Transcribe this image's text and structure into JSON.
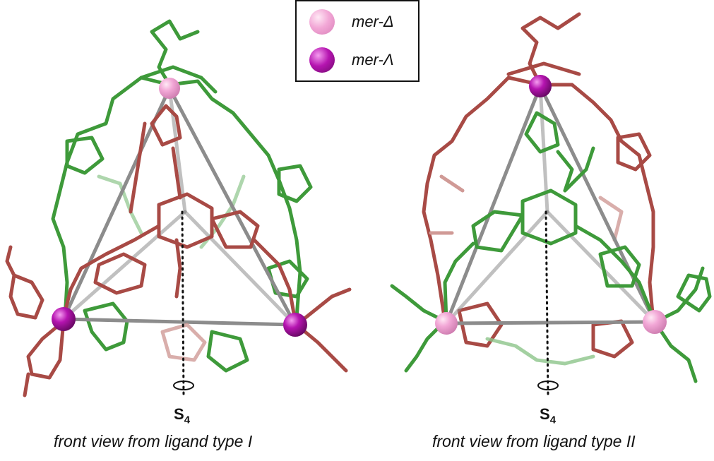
{
  "legend": {
    "items": [
      {
        "label": "mer-Δ",
        "color": "#f2a7d6"
      },
      {
        "label": "mer-Λ",
        "color": "#b514b0"
      }
    ]
  },
  "panels": [
    {
      "axis_symbol": "S",
      "axis_subscript": "4",
      "caption": "front view from ligand type I",
      "front_ligand_color": "#a84a45",
      "back_ligand_color": "#3e9a3a"
    },
    {
      "axis_symbol": "S",
      "axis_subscript": "4",
      "caption": "front view from ligand type II",
      "front_ligand_color": "#3e9a3a",
      "back_ligand_color": "#a84a45"
    }
  ],
  "colors": {
    "edge": "#8c8c8c",
    "red": "#a84a45",
    "green": "#3e9a3a"
  }
}
